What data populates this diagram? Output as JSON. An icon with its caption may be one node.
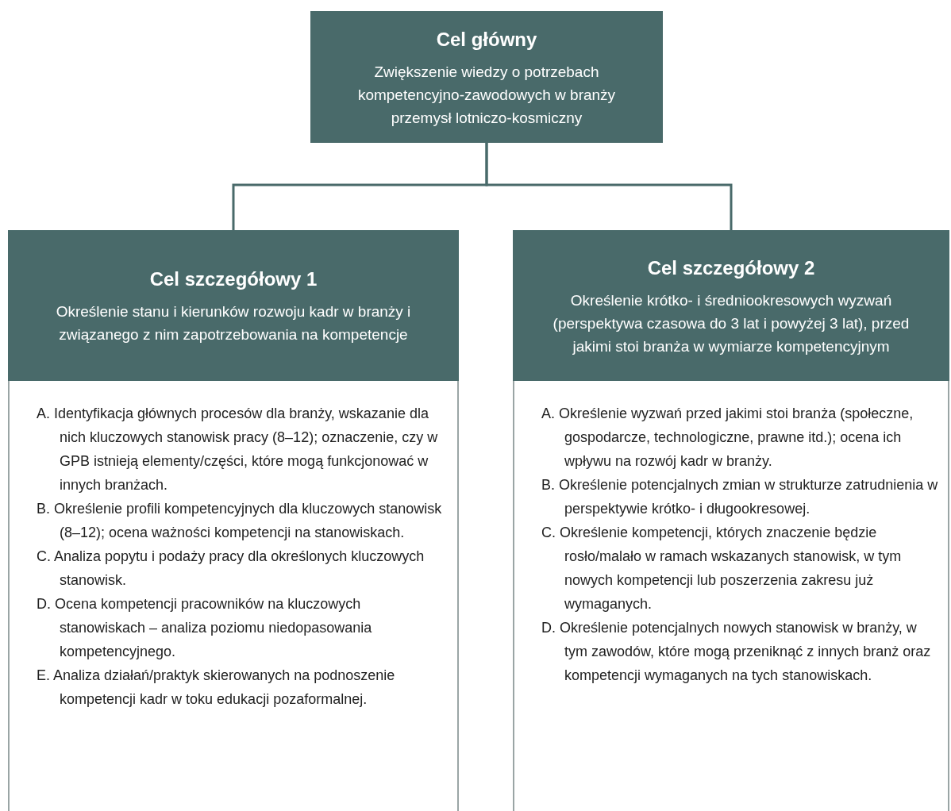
{
  "diagram": {
    "nodes": [
      {
        "text": [
          "Cel główny",
          "Zwiększenie wiedzy o potrzebach kompetencyjno-zawodowych w branży przemysł lotniczo-kosmiczny"
        ]
      },
      {
        "text": [
          "Cel szczegółowy 1",
          "Określenie stanu i kierunków rozwoju kadr w branży i związanego z nim zapotrzebowania na kompetencje"
        ]
      },
      {
        "text": [
          "A. Identyfikacja głównych procesów dla branży, wskazanie dla nich kluczowych stanowisk pracy (8–12); oznaczenie, czy w GPB istnieją elementy/części, które mogą funkcjonować w innych branżach.",
          "B. Określenie profili kompetencyjnych dla kluczowych stanowisk (8–12); ocena ważności kompetencji na stanowiskach.",
          "C. Analiza popytu i podaży pracy dla określonych kluczowych stanowisk.",
          "D. Ocena kompetencji pracowników na kluczowych stanowiskach – analiza poziomu niedopasowania kompetencyjnego.",
          "E. Analiza działań/praktyk skierowanych na podnoszenie kompetencji kadr w toku edukacji pozaformalnej."
        ]
      },
      {
        "text": [
          "Cel szczegółowy 2",
          "Określenie krótko- i średniookresowych wyzwań (perspektywa czasowa do 3 lat i powyżej 3 lat), przed jakimi stoi branża w wymiarze kompetencyjnym"
        ]
      },
      {
        "text": [
          "A. Określenie wyzwań przed jakimi stoi branża (społeczne, gospodarcze, technologiczne, prawne itd.); ocena ich wpływu na rozwój kadr w branży.",
          "B. Określenie potencjalnych zmian w strukturze zatrudnienia w perspektywie krótko- i długookresowej.",
          "C. Określenie kompetencji, których znaczenie będzie rosło/malało w ramach wskazanych stanowisk, w tym nowych kompetencji lub poszerzenia zakresu już wymaganych.",
          "D. Określenie potencjalnych nowych stanowisk w branży, w tym zawodów, które mogą przeniknąć z innych branż oraz kompetencji wymaganych na tych stanowiskach."
        ]
      }
    ],
    "edges": [
      {
        "from": 0,
        "to": 1,
        "arrow": "none"
      },
      {
        "from": 0,
        "to": 3,
        "arrow": "none"
      }
    ]
  }
}
